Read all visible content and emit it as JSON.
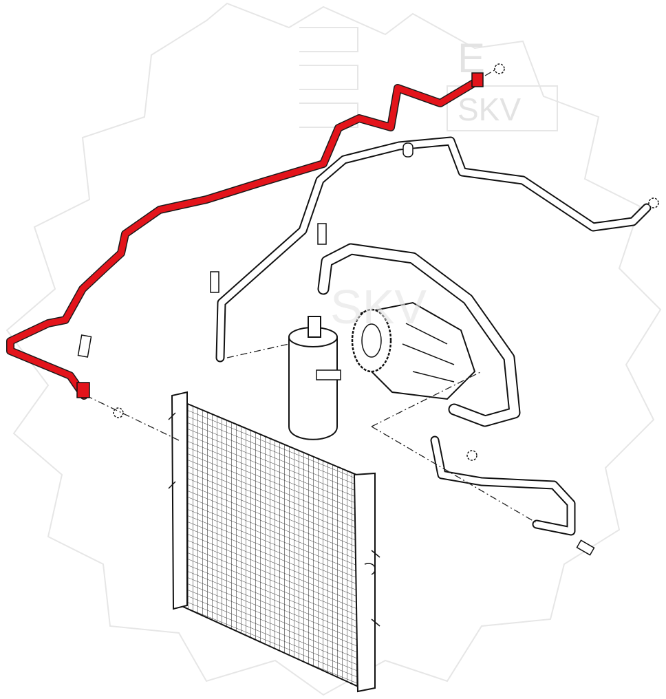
{
  "watermark": {
    "brand": "SKV",
    "logo_letter": "E"
  },
  "colors": {
    "highlight": "#e3141b",
    "line": "#111111",
    "watermark": "#e6e6e6"
  },
  "diagram": {
    "title": "",
    "highlighted_part": "ac-pipe-condenser-to-evaporator"
  }
}
